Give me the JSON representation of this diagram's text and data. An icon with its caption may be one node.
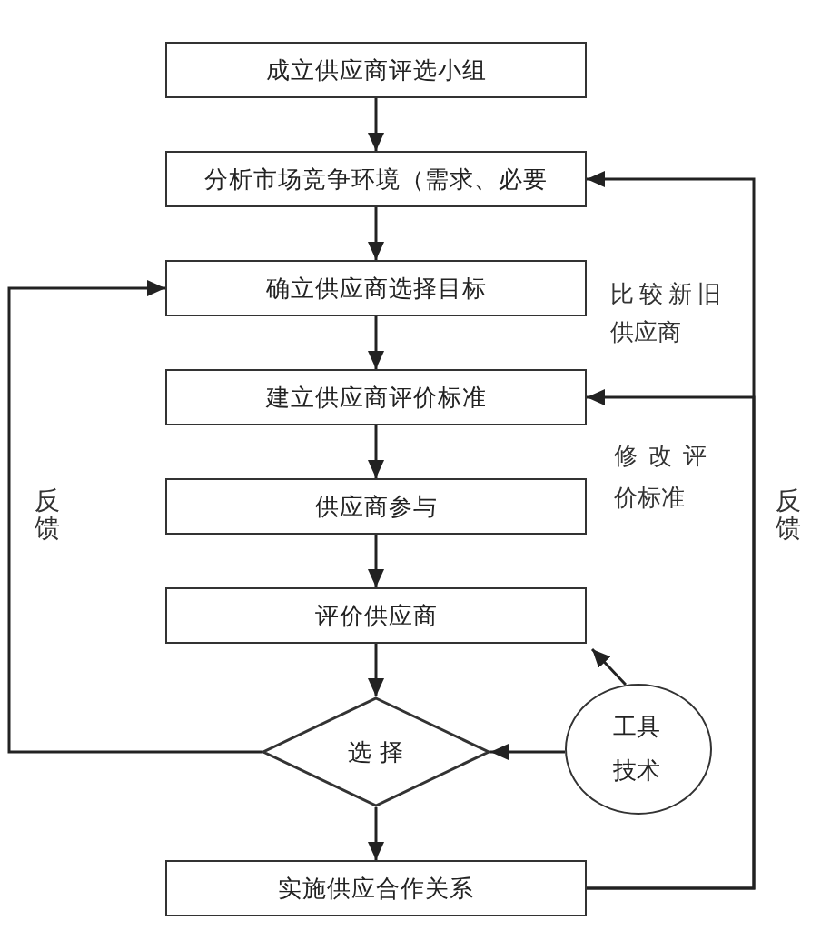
{
  "diagram": {
    "nodes": [
      {
        "text": [
          "成立供应商评选小组"
        ]
      },
      {
        "text": [
          "分析市场竞争环境（需求、必要"
        ]
      },
      {
        "text": [
          "确立供应商选择目标"
        ]
      },
      {
        "text": [
          "建立供应商评价标准"
        ]
      },
      {
        "text": [
          "供应商参与"
        ]
      },
      {
        "text": [
          "评价供应商"
        ]
      },
      {
        "text": [
          "选 择"
        ]
      },
      {
        "text": [
          "工具技术"
        ]
      },
      {
        "text": [
          "实施供应合作关系"
        ]
      }
    ],
    "edges": [
      {
        "from": 0,
        "to": 1,
        "arrow": "to"
      },
      {
        "from": 1,
        "to": 2,
        "arrow": "to"
      },
      {
        "from": 2,
        "to": 3,
        "arrow": "to"
      },
      {
        "from": 3,
        "to": 4,
        "arrow": "to"
      },
      {
        "from": 4,
        "to": 5,
        "arrow": "to"
      },
      {
        "from": 5,
        "to": 6,
        "arrow": "to"
      },
      {
        "from": 6,
        "to": 8,
        "arrow": "to"
      },
      {
        "from": 7,
        "to": 5,
        "arrow": "to"
      },
      {
        "from": 7,
        "to": 6,
        "arrow": "to"
      },
      {
        "from": 6,
        "to": 2,
        "arrow": "to"
      },
      {
        "from": 8,
        "to": 1,
        "arrow": "to"
      },
      {
        "from": 8,
        "to": 3,
        "arrow": "to"
      }
    ],
    "labels": [
      "比较新旧供应商",
      "修改评价标准",
      "反馈",
      "反馈"
    ]
  }
}
